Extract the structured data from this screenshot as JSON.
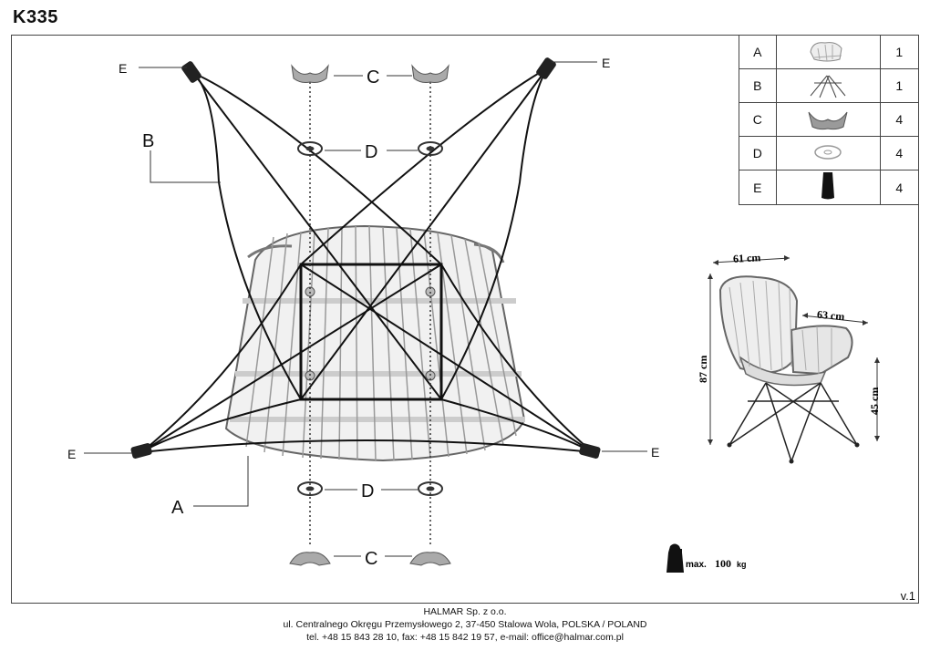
{
  "document": {
    "model_code": "K335",
    "version": "v.1"
  },
  "labels": {
    "E": "E",
    "C": "C",
    "D": "D",
    "B": "B",
    "A": "A"
  },
  "parts_list": [
    {
      "letter": "A",
      "icon": "chair-seat-icon",
      "qty": "1"
    },
    {
      "letter": "B",
      "icon": "wire-base-icon",
      "qty": "1"
    },
    {
      "letter": "C",
      "icon": "wing-nut-icon",
      "qty": "4"
    },
    {
      "letter": "D",
      "icon": "washer-icon",
      "qty": "4"
    },
    {
      "letter": "E",
      "icon": "foot-cap-icon",
      "qty": "4"
    }
  ],
  "dimensions": {
    "width": "61 cm",
    "depth": "63 cm",
    "height": "87 cm",
    "seat_height": "45 cm"
  },
  "max_load": {
    "label": "max.",
    "value": "100",
    "unit": "kg"
  },
  "footer": {
    "company": "HALMAR Sp. z o.o.",
    "address": "ul. Centralnego Okręgu Przemysłowego 2, 37-450 Stalowa Wola, POLSKA / POLAND",
    "contact": "tel. +48 15 843 28 10, fax: +48 15 842 19 57, e-mail: office@halmar.com.pl"
  }
}
